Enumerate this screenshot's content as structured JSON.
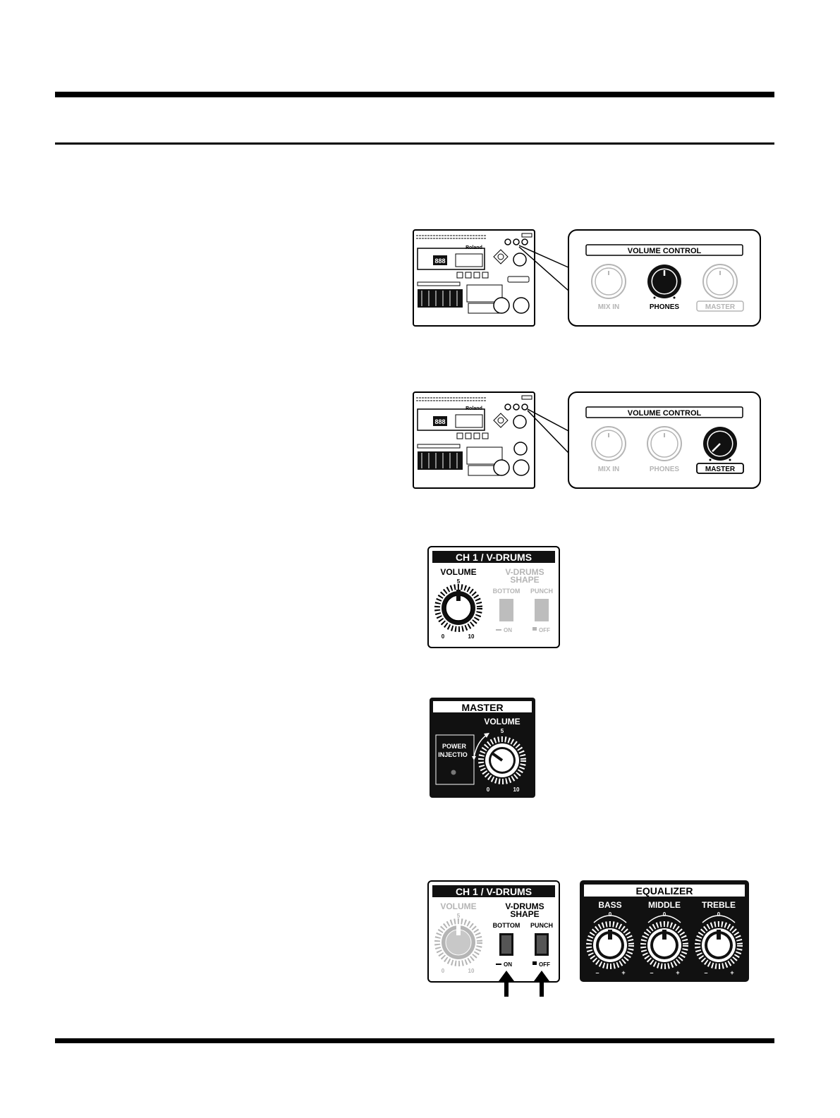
{
  "volume_control": {
    "title": "VOLUME CONTROL",
    "knobs": [
      "MIX IN",
      "PHONES",
      "MASTER"
    ]
  },
  "ch1_panel": {
    "title": "CH 1 / V-DRUMS",
    "volume_label": "VOLUME",
    "shape_label_line1": "V-DRUMS",
    "shape_label_line2": "SHAPE",
    "bottom_label": "BOTTOM",
    "punch_label": "PUNCH",
    "on_label": "ON",
    "off_label": "OFF",
    "scale_min": "0",
    "scale_mid": "5",
    "scale_max": "10"
  },
  "master_panel": {
    "title": "MASTER",
    "volume_label": "VOLUME",
    "power_line1": "POWER",
    "power_line2": "INJECTIO",
    "scale_min": "0",
    "scale_mid": "5",
    "scale_max": "10"
  },
  "equalizer_panel": {
    "title": "EQUALIZER",
    "bands": [
      "BASS",
      "MIDDLE",
      "TREBLE"
    ],
    "center": "0",
    "minus": "–",
    "plus": "+"
  },
  "device": {
    "brand": "Roland",
    "display": "888"
  },
  "colors": {
    "ink": "#000000",
    "dim": "#b5b5b5",
    "panel_dark": "#111111"
  }
}
